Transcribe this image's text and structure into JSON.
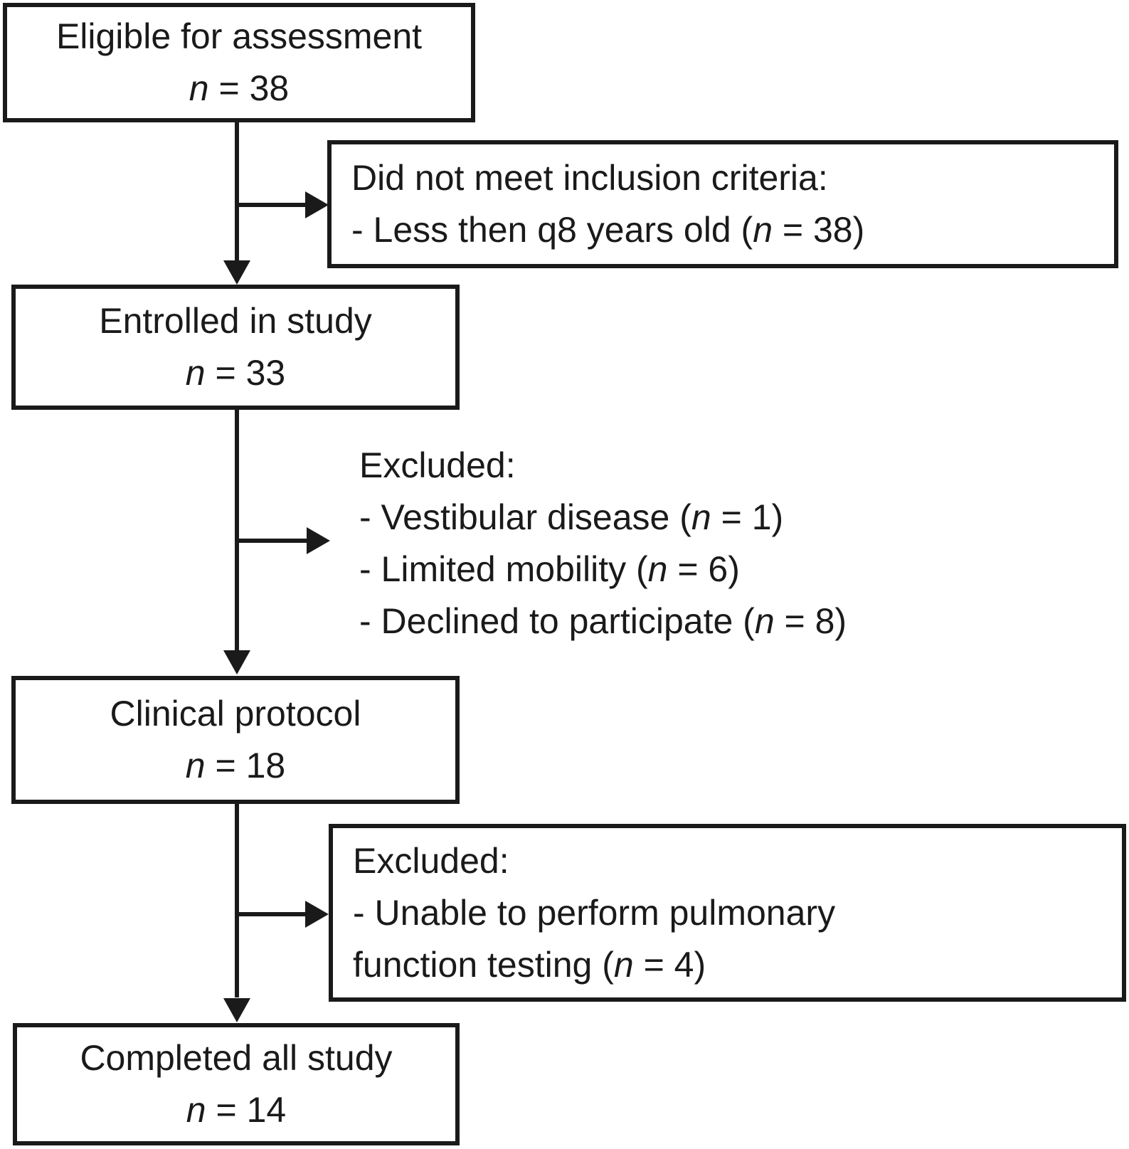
{
  "palette": {
    "ink": "#1a1a1a",
    "background": "#ffffff"
  },
  "nodes": {
    "eligible": {
      "label": "Eligible for assessment",
      "n_var": "n",
      "n_eq": " = 38"
    },
    "enrolled": {
      "label": "Entrolled in study",
      "n_var": "n",
      "n_eq": " = 33"
    },
    "clinical": {
      "label": "Clinical protocol",
      "n_var": "n",
      "n_eq": " = 18"
    },
    "completed": {
      "label": "Completed all study",
      "n_var": "n",
      "n_eq": " = 14"
    },
    "inclusion_exclusion": {
      "header": "Did not meet inclusion criteria:",
      "item_pre": "- Less then q8 years old (",
      "item_var": "n",
      "item_post": " = 38)"
    },
    "study_exclusions": {
      "header": "Excluded:",
      "items": [
        {
          "pre": "- Vestibular disease (",
          "var": "n",
          "post": " = 1)"
        },
        {
          "pre": "- Limited mobility (",
          "var": "n",
          "post": " = 6)"
        },
        {
          "pre": "- Declined to participate (",
          "var": "n",
          "post": " = 8)"
        }
      ]
    },
    "protocol_exclusion": {
      "header": "Excluded:",
      "line2": "- Unable to perform pulmonary",
      "line3_pre": "function testing (",
      "line3_var": "n",
      "line3_post": " = 4)"
    }
  }
}
